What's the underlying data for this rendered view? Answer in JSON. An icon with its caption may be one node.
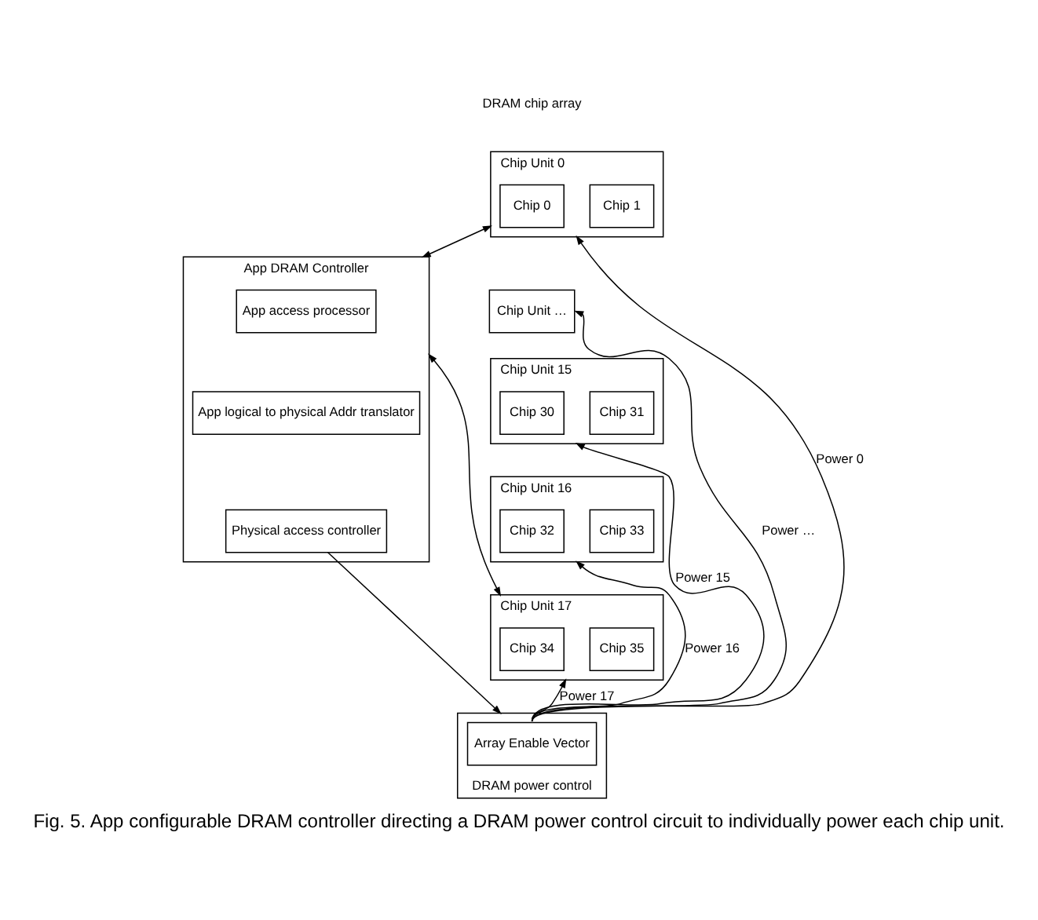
{
  "diagram": {
    "caption": "Fig. 5. App configurable DRAM controller directing a DRAM power control circuit to individually power each chip unit.",
    "nodes": [
      {
        "text": [
          "App DRAM Controller"
        ]
      },
      {
        "text": [
          "App access processor"
        ],
        "in": 0
      },
      {
        "text": [
          "App logical to physical Addr translator"
        ],
        "in": 0
      },
      {
        "text": [
          "Physical access controller"
        ],
        "in": 0
      },
      {
        "text": [
          "Chip Unit 0"
        ]
      },
      {
        "text": [
          "Chip 0"
        ],
        "in": 4
      },
      {
        "text": [
          "Chip 1"
        ],
        "in": 4
      },
      {
        "text": [
          "Chip Unit …"
        ]
      },
      {
        "text": [
          "Chip Unit 15"
        ]
      },
      {
        "text": [
          "Chip 30"
        ],
        "in": 8
      },
      {
        "text": [
          "Chip 31"
        ],
        "in": 8
      },
      {
        "text": [
          "Chip Unit 16"
        ]
      },
      {
        "text": [
          "Chip 32"
        ],
        "in": 11
      },
      {
        "text": [
          "Chip 33"
        ],
        "in": 11
      },
      {
        "text": [
          "Chip Unit 17"
        ]
      },
      {
        "text": [
          "Chip 34"
        ],
        "in": 14
      },
      {
        "text": [
          "Chip 35"
        ],
        "in": 14
      },
      {
        "text": [
          "DRAM power control"
        ]
      },
      {
        "text": [
          "Array Enable Vector"
        ],
        "in": 17
      }
    ],
    "edges": [
      {
        "from": 0,
        "to": 4,
        "arrow": "both"
      },
      {
        "from": 0,
        "to": 14,
        "arrow": "both"
      },
      {
        "from": 3,
        "to": 17,
        "arrow": "to"
      },
      {
        "from": 18,
        "to": 4,
        "arrow": "to",
        "label": "Power 0"
      },
      {
        "from": 18,
        "to": 7,
        "arrow": "to",
        "label": "Power …"
      },
      {
        "from": 18,
        "to": 8,
        "arrow": "to",
        "label": "Power 15"
      },
      {
        "from": 18,
        "to": 11,
        "arrow": "to",
        "label": "Power 16"
      },
      {
        "from": 18,
        "to": 14,
        "arrow": "to",
        "label": "Power 17"
      }
    ],
    "labels": [
      "DRAM chip array"
    ]
  }
}
